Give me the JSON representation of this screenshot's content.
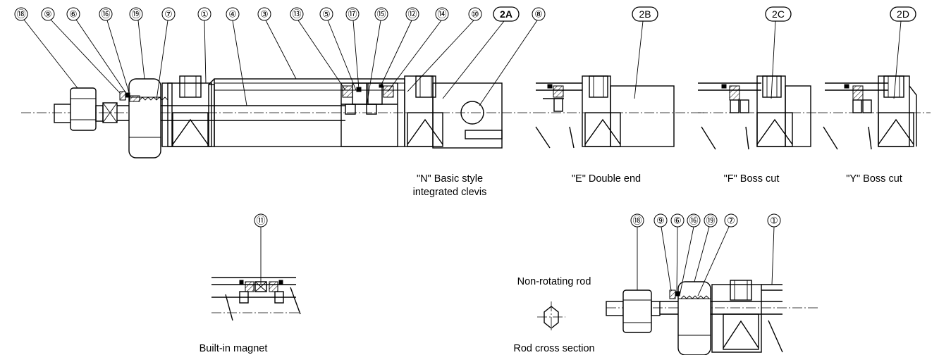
{
  "main_labels": [
    "⑱",
    "⑨",
    "⑥",
    "⑯",
    "⑲",
    "⑦",
    "①",
    "④",
    "③",
    "⑬",
    "⑤",
    "⑰",
    "⑮",
    "⑫",
    "⑭",
    "⑩"
  ],
  "variant_labels": [
    "2A",
    "2B",
    "2C",
    "2D"
  ],
  "label_8": "⑧",
  "label_11": "⑪",
  "rod_labels": [
    "⑱",
    "⑨",
    "⑥",
    "⑯",
    "⑲",
    "⑦",
    "①"
  ],
  "captions": {
    "n_line1": "\"N\" Basic style",
    "n_line2": "integrated clevis",
    "e": "\"E\" Double end",
    "f": "\"F\" Boss cut",
    "y": "\"Y\" Boss cut",
    "magnet": "Built-in magnet",
    "non_rotating": "Non-rotating rod",
    "rod_section": "Rod cross section"
  }
}
